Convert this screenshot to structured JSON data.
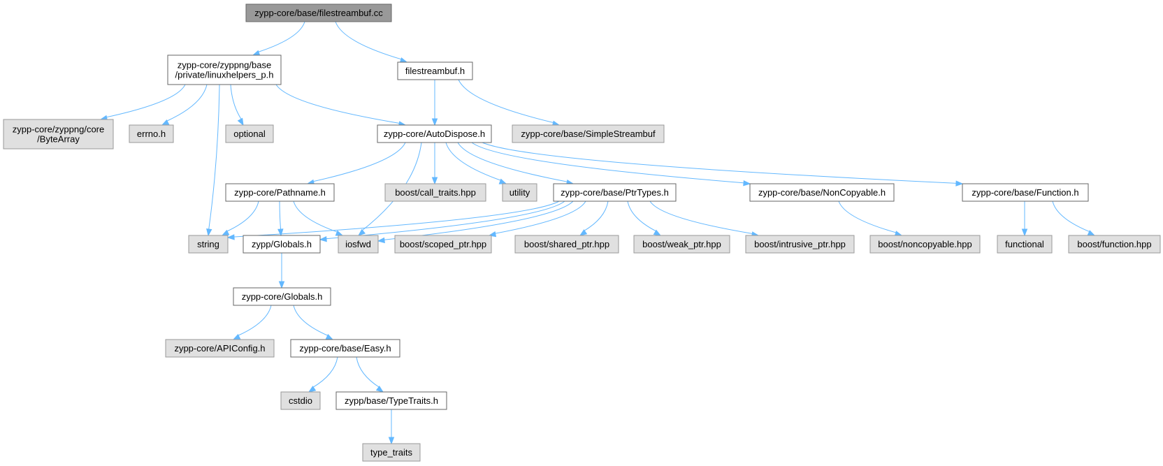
{
  "colors": {
    "edge": "#63b8ff",
    "root_fill": "#999999",
    "doc_fill": "#ffffff",
    "ext_fill": "#e0e0e0",
    "border": "#666666"
  },
  "nodes": [
    {
      "id": "root",
      "lines": [
        "zypp-core/base/filestreambuf.cc"
      ],
      "kind": "root"
    },
    {
      "id": "linuxhelpers",
      "lines": [
        "zypp-core/zyppng/base",
        "/private/linuxhelpers_p.h"
      ],
      "kind": "doc"
    },
    {
      "id": "filestreambuf_h",
      "lines": [
        "filestreambuf.h"
      ],
      "kind": "doc"
    },
    {
      "id": "bytearray",
      "lines": [
        "zypp-core/zyppng/core",
        "/ByteArray"
      ],
      "kind": "ext"
    },
    {
      "id": "errno",
      "lines": [
        "errno.h"
      ],
      "kind": "ext"
    },
    {
      "id": "optional",
      "lines": [
        "optional"
      ],
      "kind": "ext"
    },
    {
      "id": "autodispose",
      "lines": [
        "zypp-core/AutoDispose.h"
      ],
      "kind": "doc"
    },
    {
      "id": "simplestreambuf",
      "lines": [
        "zypp-core/base/SimpleStreambuf"
      ],
      "kind": "ext"
    },
    {
      "id": "pathname",
      "lines": [
        "zypp-core/Pathname.h"
      ],
      "kind": "doc"
    },
    {
      "id": "calltraits",
      "lines": [
        "boost/call_traits.hpp"
      ],
      "kind": "ext"
    },
    {
      "id": "utility",
      "lines": [
        "utility"
      ],
      "kind": "ext"
    },
    {
      "id": "ptrtypes",
      "lines": [
        "zypp-core/base/PtrTypes.h"
      ],
      "kind": "doc"
    },
    {
      "id": "noncopyable_h",
      "lines": [
        "zypp-core/base/NonCopyable.h"
      ],
      "kind": "doc"
    },
    {
      "id": "function_h",
      "lines": [
        "zypp-core/base/Function.h"
      ],
      "kind": "doc"
    },
    {
      "id": "string",
      "lines": [
        "string"
      ],
      "kind": "ext"
    },
    {
      "id": "zyppglobals",
      "lines": [
        "zypp/Globals.h"
      ],
      "kind": "doc"
    },
    {
      "id": "iosfwd",
      "lines": [
        "iosfwd"
      ],
      "kind": "ext"
    },
    {
      "id": "scoped_ptr",
      "lines": [
        "boost/scoped_ptr.hpp"
      ],
      "kind": "ext"
    },
    {
      "id": "shared_ptr",
      "lines": [
        "boost/shared_ptr.hpp"
      ],
      "kind": "ext"
    },
    {
      "id": "weak_ptr",
      "lines": [
        "boost/weak_ptr.hpp"
      ],
      "kind": "ext"
    },
    {
      "id": "intrusive_ptr",
      "lines": [
        "boost/intrusive_ptr.hpp"
      ],
      "kind": "ext"
    },
    {
      "id": "boost_noncopyable",
      "lines": [
        "boost/noncopyable.hpp"
      ],
      "kind": "ext"
    },
    {
      "id": "functional",
      "lines": [
        "functional"
      ],
      "kind": "ext"
    },
    {
      "id": "boost_function",
      "lines": [
        "boost/function.hpp"
      ],
      "kind": "ext"
    },
    {
      "id": "coreglobals",
      "lines": [
        "zypp-core/Globals.h"
      ],
      "kind": "doc"
    },
    {
      "id": "apiconfig",
      "lines": [
        "zypp-core/APIConfig.h"
      ],
      "kind": "ext"
    },
    {
      "id": "easy",
      "lines": [
        "zypp-core/base/Easy.h"
      ],
      "kind": "doc"
    },
    {
      "id": "cstdio",
      "lines": [
        "cstdio"
      ],
      "kind": "ext"
    },
    {
      "id": "typetraits_h",
      "lines": [
        "zypp/base/TypeTraits.h"
      ],
      "kind": "doc"
    },
    {
      "id": "type_traits",
      "lines": [
        "type_traits"
      ],
      "kind": "ext"
    }
  ],
  "edges": [
    [
      "root",
      "linuxhelpers"
    ],
    [
      "root",
      "filestreambuf_h"
    ],
    [
      "linuxhelpers",
      "bytearray"
    ],
    [
      "linuxhelpers",
      "errno"
    ],
    [
      "linuxhelpers",
      "optional"
    ],
    [
      "linuxhelpers",
      "autodispose"
    ],
    [
      "linuxhelpers",
      "string"
    ],
    [
      "filestreambuf_h",
      "autodispose"
    ],
    [
      "filestreambuf_h",
      "simplestreambuf"
    ],
    [
      "autodispose",
      "pathname"
    ],
    [
      "autodispose",
      "iosfwd"
    ],
    [
      "autodispose",
      "calltraits"
    ],
    [
      "autodispose",
      "utility"
    ],
    [
      "autodispose",
      "ptrtypes"
    ],
    [
      "autodispose",
      "noncopyable_h"
    ],
    [
      "autodispose",
      "function_h"
    ],
    [
      "pathname",
      "string"
    ],
    [
      "pathname",
      "zyppglobals"
    ],
    [
      "pathname",
      "iosfwd"
    ],
    [
      "ptrtypes",
      "string"
    ],
    [
      "ptrtypes",
      "zyppglobals"
    ],
    [
      "ptrtypes",
      "iosfwd"
    ],
    [
      "ptrtypes",
      "scoped_ptr"
    ],
    [
      "ptrtypes",
      "shared_ptr"
    ],
    [
      "ptrtypes",
      "weak_ptr"
    ],
    [
      "ptrtypes",
      "intrusive_ptr"
    ],
    [
      "noncopyable_h",
      "boost_noncopyable"
    ],
    [
      "function_h",
      "functional"
    ],
    [
      "function_h",
      "boost_function"
    ],
    [
      "zyppglobals",
      "coreglobals"
    ],
    [
      "coreglobals",
      "apiconfig"
    ],
    [
      "coreglobals",
      "easy"
    ],
    [
      "easy",
      "cstdio"
    ],
    [
      "easy",
      "typetraits_h"
    ],
    [
      "typetraits_h",
      "type_traits"
    ]
  ]
}
